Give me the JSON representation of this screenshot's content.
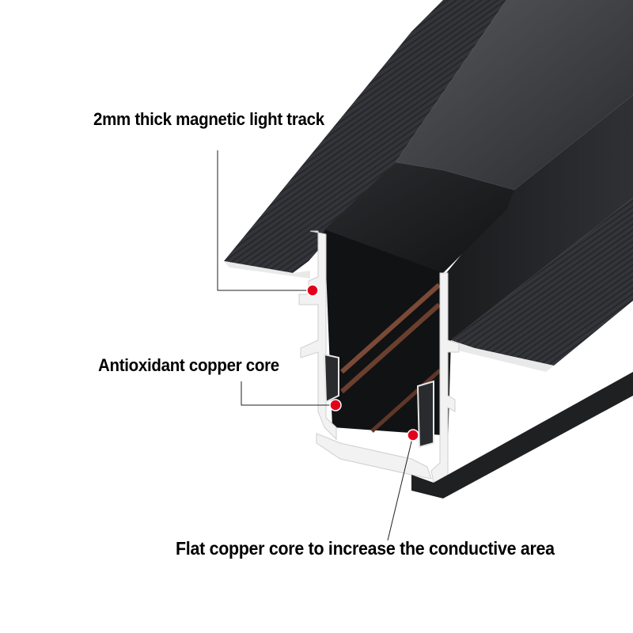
{
  "callouts": {
    "track": "2mm thick magnetic light track",
    "copper_core": "Antioxidant copper core",
    "flat_core": "Flat copper core to increase the conductive area"
  },
  "colors": {
    "profile_dark": "#1c1d1f",
    "profile_mid": "#3a3b3e",
    "aluminium_edge": "#f2f2f2",
    "copper": "#7a4a36",
    "marker_red": "#e3001b",
    "leader_line": "#222222"
  }
}
